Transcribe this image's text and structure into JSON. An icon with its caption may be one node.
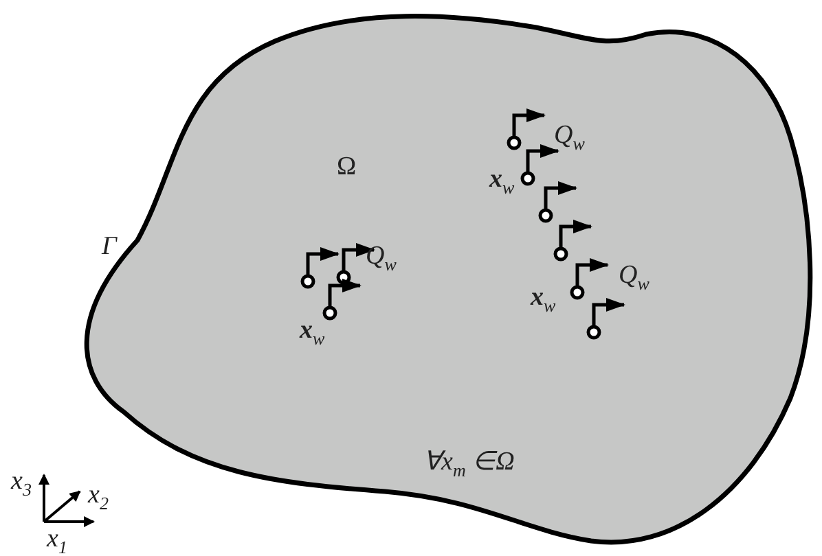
{
  "diagram": {
    "nodes": [
      {
        "text": [
          "Ω",
          "∀x$_{m}$ ∈Ω"
        ],
        "beside": [
          "Γ"
        ]
      }
    ],
    "labels": [
      "Q$_{w}$",
      "x$_{w}$",
      "Q$_{w}$",
      "Q$_{w}$",
      "x$_{w}$",
      "x$_{w}$",
      "x$_{3}$",
      "x$_{2}$",
      "x$_{1}$"
    ]
  }
}
